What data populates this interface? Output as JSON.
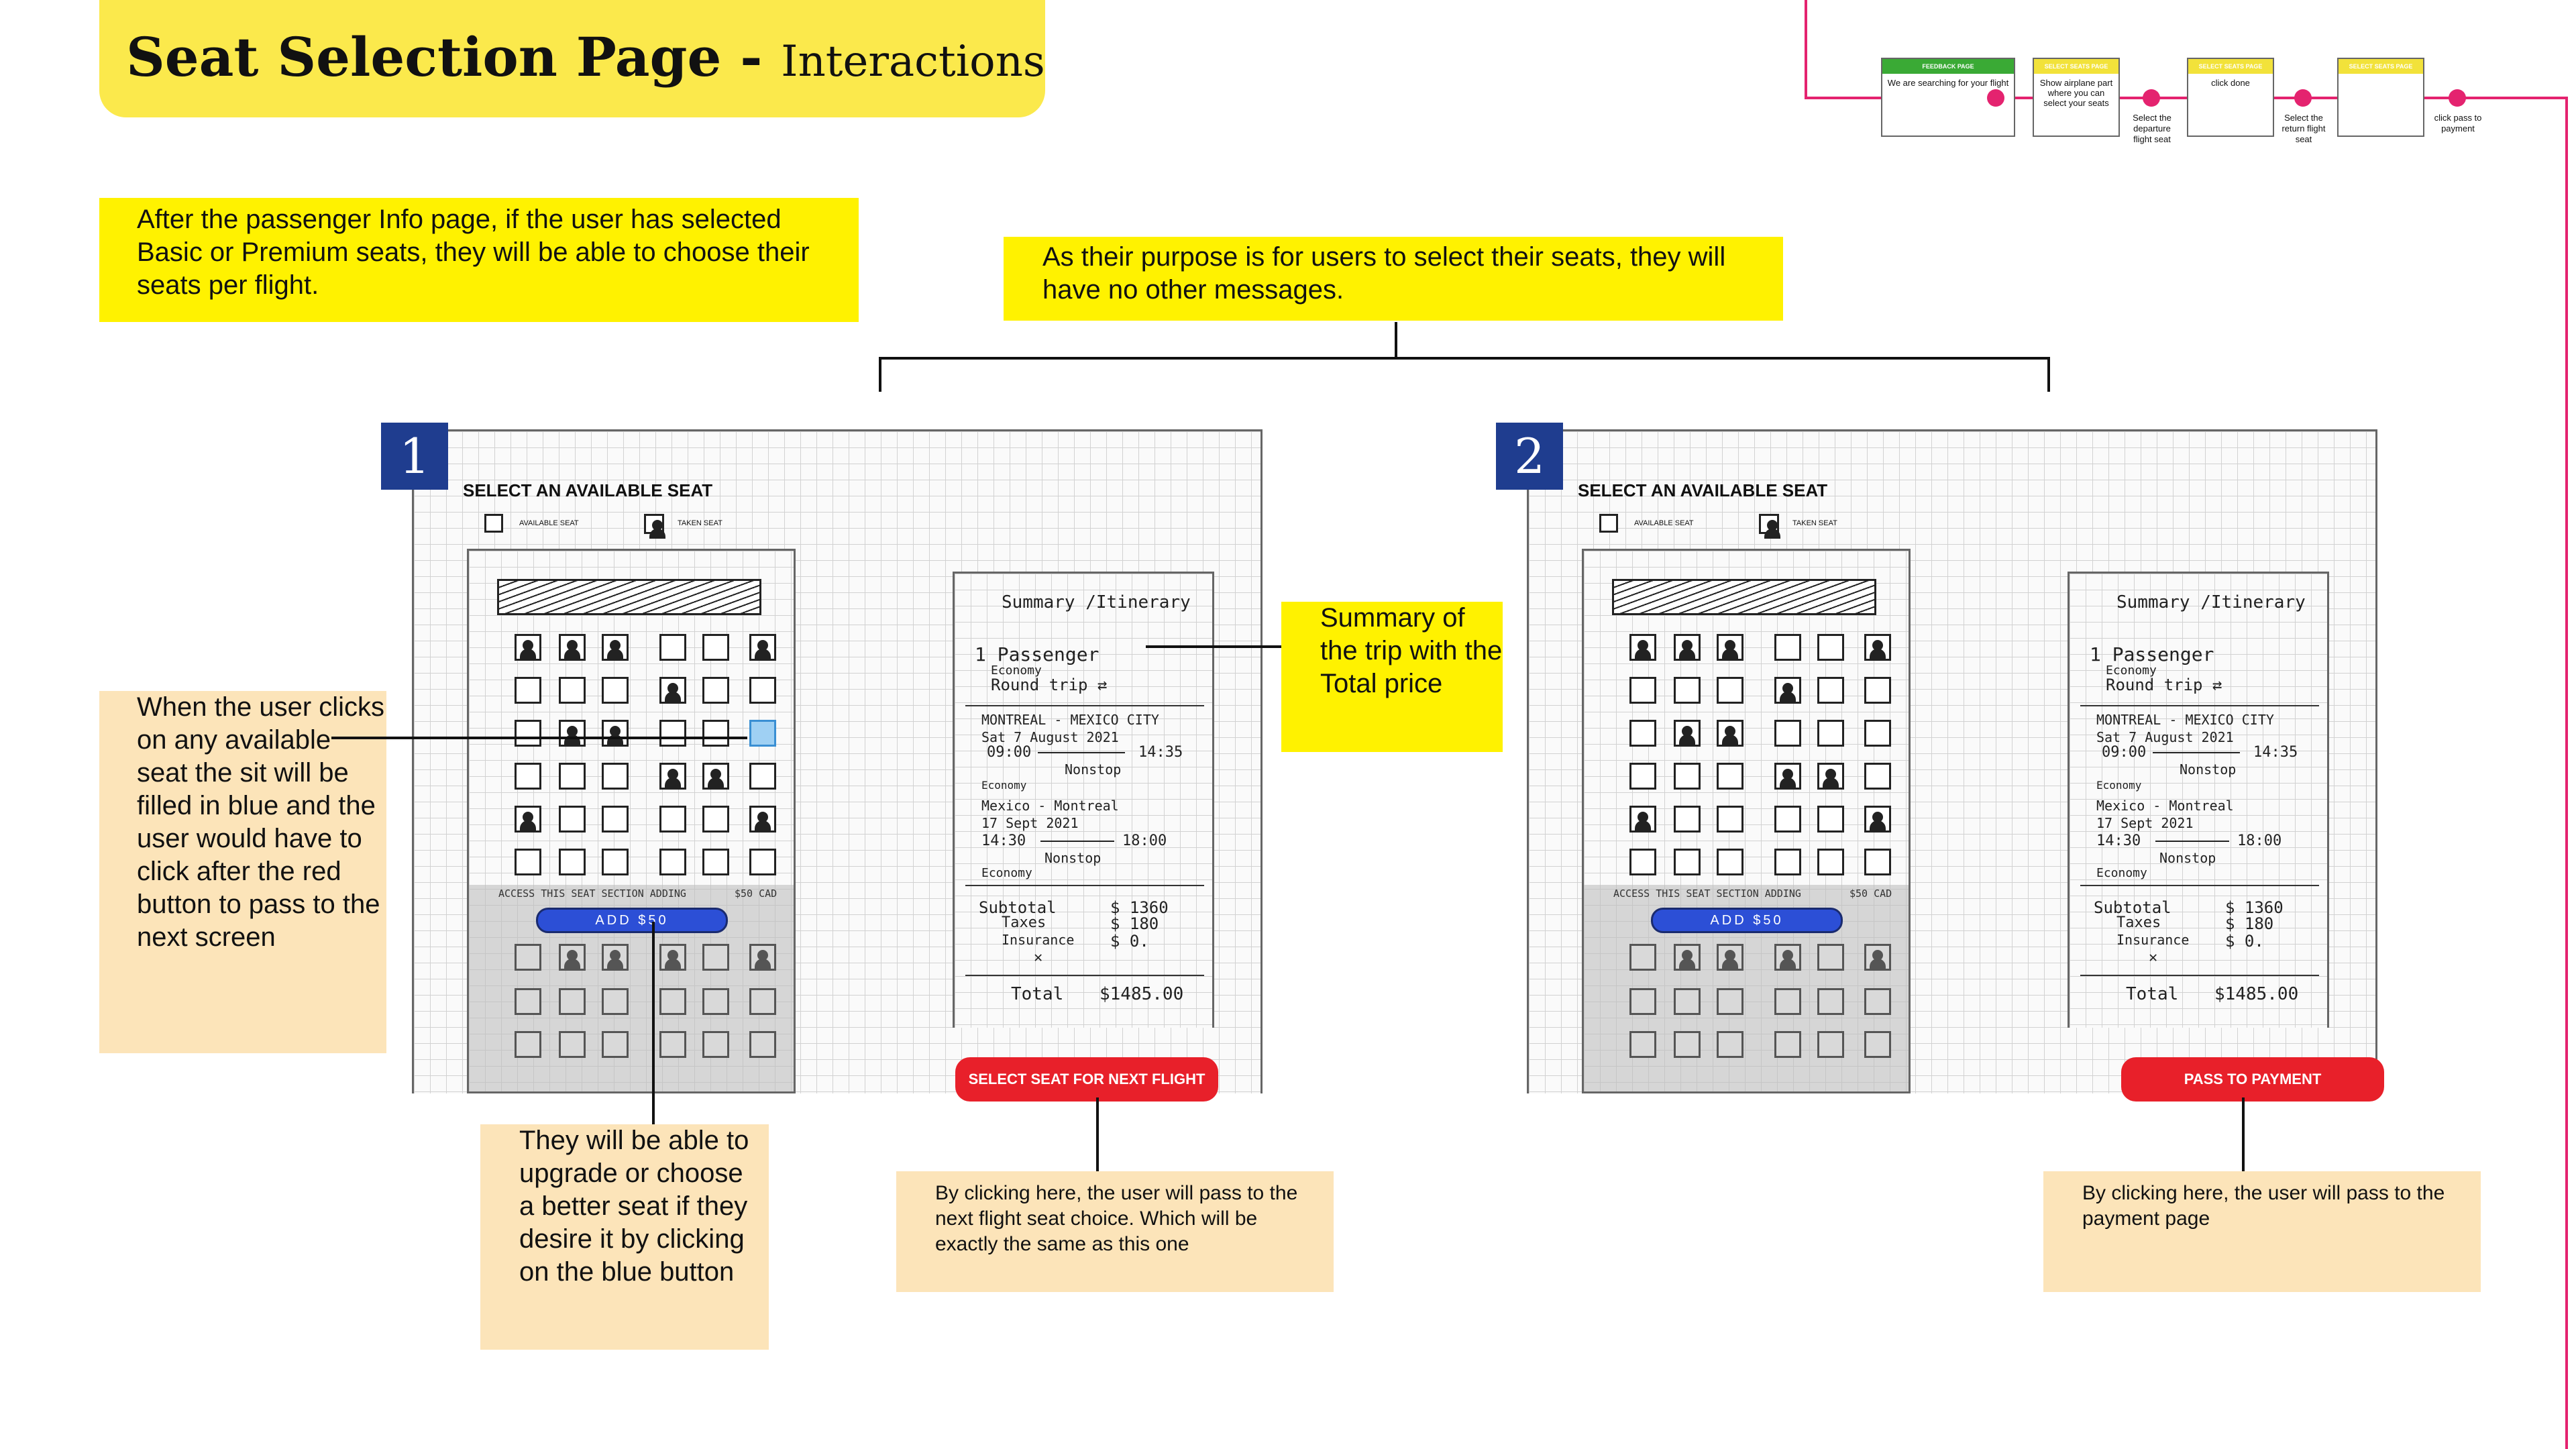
{
  "title": {
    "main": "Seat Selection  Page -",
    "sub": "Interactions"
  },
  "notes": {
    "intro": "After the passenger Info page, if the user has selected Basic or Premium seats, they will be able to choose their seats per flight.",
    "purpose": "As their purpose is for users to select their seats, they will have no other messages.",
    "click_seat": "When the user clicks on any available seat the sit will be filled in blue and the user would have to click after the red button to pass to the next screen",
    "upgrade": "They will be able to upgrade or choose a better seat if they desire it by clicking on the blue button",
    "summary": "Summary of the trip with the Total price",
    "next_flight": "By clicking here, the user will pass to the next flight seat choice. Which will be exactly the same as this one",
    "payment": "By clicking here, the user will pass to the payment page"
  },
  "screens": [
    {
      "number": "1",
      "button": "SELECT SEAT FOR NEXT FLIGHT"
    },
    {
      "number": "2",
      "button": "PASS TO PAYMENT"
    }
  ],
  "wireframe": {
    "heading": "SELECT AN AVAILABLE SEAT",
    "legend_available": "AVAILABLE SEAT",
    "legend_taken": "TAKEN SEAT",
    "upgrade_text": "ACCESS THIS SEAT SECTION ADDING",
    "upgrade_price": "$50 CAD",
    "add_button": "ADD $50",
    "summary": {
      "title": "Summary /Itinerary",
      "passenger": "1  Passenger",
      "class": "Economy",
      "trip": "Round trip ⇄",
      "leg1_route": "MONTREAL - MEXICO CITY",
      "leg1_date": "Sat 7 August 2021",
      "leg1_dep": "09:00",
      "leg1_arr": "14:35",
      "leg1_stop": "Nonstop",
      "leg1_class": "Economy",
      "leg2_route": "Mexico - Montreal",
      "leg2_date": "17 Sept 2021",
      "leg2_dep": "14:30",
      "leg2_arr": "18:00",
      "leg2_stop": "Nonstop",
      "leg2_class": "Economy",
      "subtotal_label": "Subtotal",
      "subtotal": "$ 1360",
      "taxes_label": "Taxes",
      "taxes": "$ 180",
      "insurance_label": "Insurance",
      "insurance": "$ 0.",
      "x": "✕",
      "total_label": "Total",
      "total": "$1485.00"
    },
    "seat_rows": [
      [
        "taken",
        "taken",
        "taken",
        "avail",
        "avail",
        "taken"
      ],
      [
        "avail",
        "avail",
        "avail",
        "taken",
        "avail",
        "avail"
      ],
      [
        "avail",
        "taken",
        "taken",
        "avail",
        "avail",
        "avail"
      ],
      [
        "avail",
        "avail",
        "avail",
        "taken",
        "taken",
        "avail"
      ],
      [
        "taken",
        "avail",
        "avail",
        "avail",
        "avail",
        "taken"
      ],
      [
        "avail",
        "avail",
        "avail",
        "avail",
        "avail",
        "avail"
      ]
    ],
    "premium_rows": [
      [
        "avail",
        "taken",
        "taken",
        "taken",
        "avail",
        "taken"
      ],
      [
        "avail",
        "avail",
        "avail",
        "avail",
        "avail",
        "avail"
      ],
      [
        "avail",
        "avail",
        "avail",
        "avail",
        "avail",
        "avail"
      ]
    ]
  },
  "flow": {
    "boxes": [
      {
        "header": "FEEDBACK PAGE",
        "header_color": "#3aaa35",
        "text": "We are searching for your flight"
      },
      {
        "header": "SELECT SEATS PAGE",
        "header_color": "#f2e23a",
        "text": "Show airplane part where you can select your seats"
      },
      {
        "header": "SELECT SEATS PAGE",
        "header_color": "#f2e23a",
        "text": "click done"
      },
      {
        "header": "SELECT SEATS PAGE",
        "header_color": "#f2e23a",
        "text": ""
      }
    ],
    "captions": [
      "Select the departure flight seat",
      "Select the return flight seat",
      "click pass to payment"
    ]
  }
}
